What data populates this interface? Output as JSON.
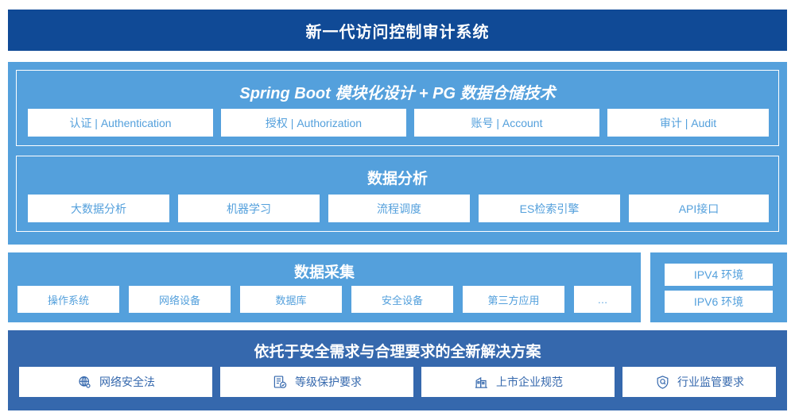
{
  "header": {
    "title": "新一代访问控制审计系统",
    "bg": "#104a96",
    "text_color": "#ffffff"
  },
  "theme": {
    "light_blue": "#54a0dc",
    "deep_blue": "#3568ad",
    "navy": "#104a96",
    "chip_bg": "#ffffff"
  },
  "platform_section": {
    "title": "Spring Boot 模块化设计 + PG 数据仓储技术",
    "items": [
      {
        "label": "认证 | Authentication"
      },
      {
        "label": "授权 | Authorization"
      },
      {
        "label": "账号 | Account"
      },
      {
        "label": "审计 | Audit"
      }
    ]
  },
  "analysis_section": {
    "title": "数据分析",
    "items": [
      {
        "label": "大数据分析"
      },
      {
        "label": "机器学习"
      },
      {
        "label": "流程调度"
      },
      {
        "label": "ES检索引擎"
      },
      {
        "label": "API接口"
      }
    ]
  },
  "collection_section": {
    "title": "数据采集",
    "items": [
      {
        "label": "操作系统"
      },
      {
        "label": "网络设备"
      },
      {
        "label": "数据库"
      },
      {
        "label": "安全设备"
      },
      {
        "label": "第三方应用"
      },
      {
        "label": "…"
      }
    ]
  },
  "environment_section": {
    "items": [
      {
        "label": "IPV4 环境"
      },
      {
        "label": "IPV6 环境"
      }
    ]
  },
  "compliance_section": {
    "title": "依托于安全需求与合理要求的全新解决方案",
    "items": [
      {
        "label": "网络安全法",
        "icon": "globe-icon"
      },
      {
        "label": "等级保护要求",
        "icon": "document-check-icon"
      },
      {
        "label": "上市企业规范",
        "icon": "building-icon"
      },
      {
        "label": "行业监管要求",
        "icon": "shield-search-icon"
      }
    ]
  }
}
